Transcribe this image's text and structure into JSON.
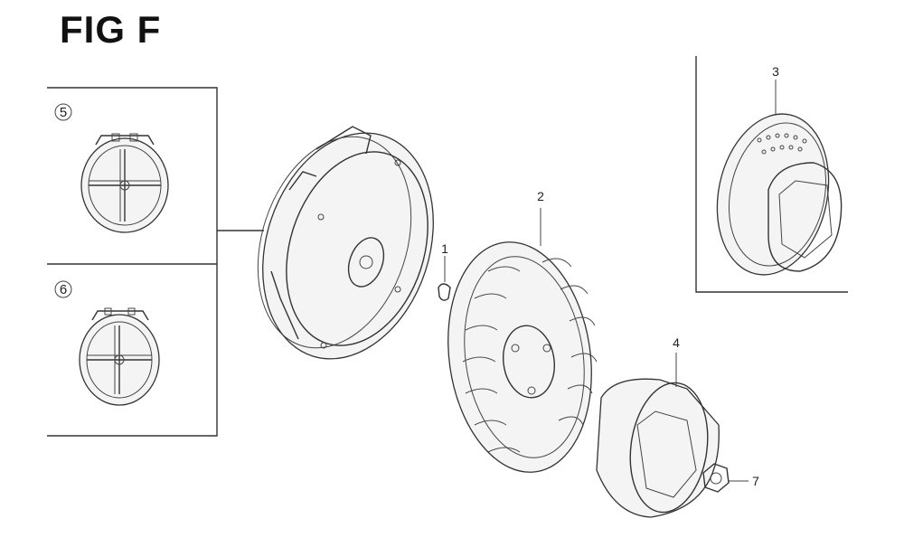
{
  "figure": {
    "title": "FIG F"
  },
  "callouts": {
    "part_1": "1",
    "part_2": "2",
    "part_3": "3",
    "part_4": "4",
    "part_5": "5",
    "part_6": "6",
    "part_7": "7"
  }
}
